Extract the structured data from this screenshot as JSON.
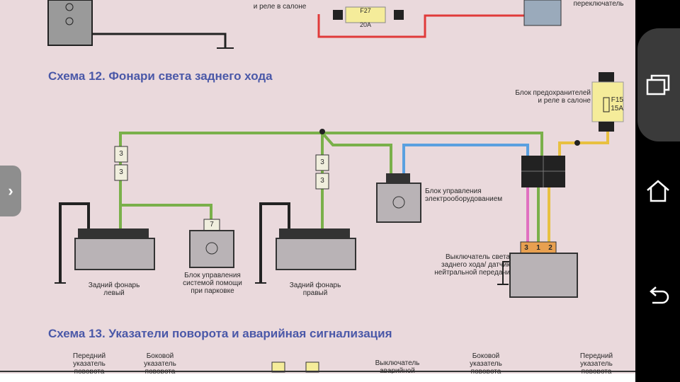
{
  "headings": {
    "scheme12": "Схема 12. Фонари света заднего хода",
    "scheme13": "Схема 13. Указатели поворота и аварийная сигнализация"
  },
  "top": {
    "relay_label": "и реле в салоне",
    "switch_label": "переключатель",
    "fuse_id": "F27",
    "fuse_rating": "20A"
  },
  "fuse_block": {
    "label": "Блок предохранителей и реле в салоне",
    "fuse_id": "F15",
    "fuse_rating": "15A"
  },
  "components": {
    "left_lamp": "Задний фонарь левый",
    "right_lamp": "Задний фонарь правый",
    "parking_unit": "Блок управления системой помощи при парковке",
    "electro_unit": "Блок управления электрооборудованием",
    "reverse_switch": "Выключатель света заднего хода/ датчик нейтральной передачи"
  },
  "connectors": {
    "left_top": "3",
    "left_bottom": "3",
    "right_top": "3",
    "right_bottom": "3",
    "parking": "7",
    "switch_pins": [
      "3",
      "1",
      "2"
    ]
  },
  "scheme13_labels": {
    "front_left": "Передний указатель поворота левый",
    "side_left": "Боковой указатель поворота левый",
    "hazard_switch": "Выключатель аварийной сигнализации",
    "side_right": "Боковой указатель поворота правый",
    "front_right": "Передний указатель поворота правый"
  },
  "colors": {
    "green_wire": "#7ab04a",
    "blue_wire": "#5aa0e0",
    "pink_wire": "#e070c0",
    "yellow_wire": "#e8c040",
    "red_wire": "#e03a3a",
    "heading": "#4a58a8"
  },
  "navbar": {
    "items": [
      "recents-icon",
      "home-icon",
      "back-icon"
    ]
  }
}
